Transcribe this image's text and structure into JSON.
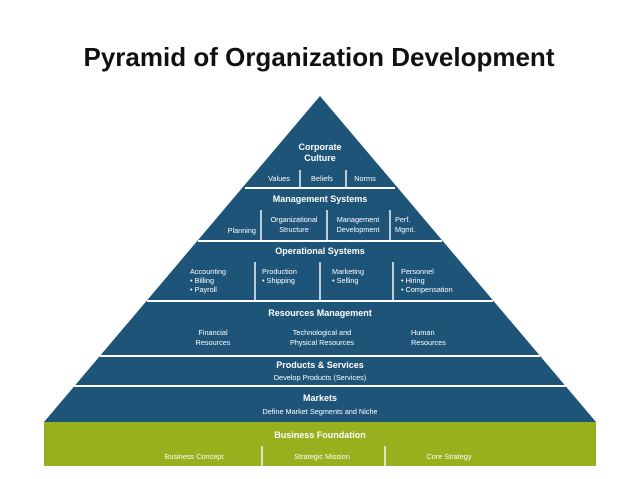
{
  "title": "Pyramid of Organization Development",
  "colors": {
    "pyramid": "#1d5478",
    "foundation": "#96b01e",
    "divider": "#ffffff"
  },
  "levels": {
    "culture": {
      "heading_line1": "Corporate",
      "heading_line2": "Culture",
      "items": [
        "Values",
        "Beliefs",
        "Norms"
      ]
    },
    "management": {
      "heading": "Management Systems",
      "items": [
        {
          "line1": "Planning",
          "line2": ""
        },
        {
          "line1": "Organizational",
          "line2": "Structure"
        },
        {
          "line1": "Management",
          "line2": "Development"
        },
        {
          "line1": "Perf.",
          "line2": "Mgmt."
        }
      ]
    },
    "operational": {
      "heading": "Operational Systems",
      "items": [
        {
          "title": "Accounting",
          "bullets": [
            "• Billing",
            "• Payroll"
          ]
        },
        {
          "title": "Production",
          "bullets": [
            "• Shipping"
          ]
        },
        {
          "title": "Marketing",
          "bullets": [
            "• Selling"
          ]
        },
        {
          "title": "Personnel",
          "bullets": [
            "• Hiring",
            "• Compensation"
          ]
        }
      ]
    },
    "resources": {
      "heading": "Resources Management",
      "items": [
        {
          "line1": "Financial",
          "line2": "Resources"
        },
        {
          "line1": "Technological and",
          "line2": "Physical Resources"
        },
        {
          "line1": "Human",
          "line2": "Resources"
        }
      ]
    },
    "products": {
      "heading": "Products & Services",
      "subtitle": "Develop Products (Services)"
    },
    "markets": {
      "heading": "Markets",
      "subtitle": "Define Market Segments and Niche"
    },
    "foundation": {
      "heading": "Business Foundation",
      "items": [
        "Business Concept",
        "Strategic Mission",
        "Core Strategy"
      ]
    }
  }
}
